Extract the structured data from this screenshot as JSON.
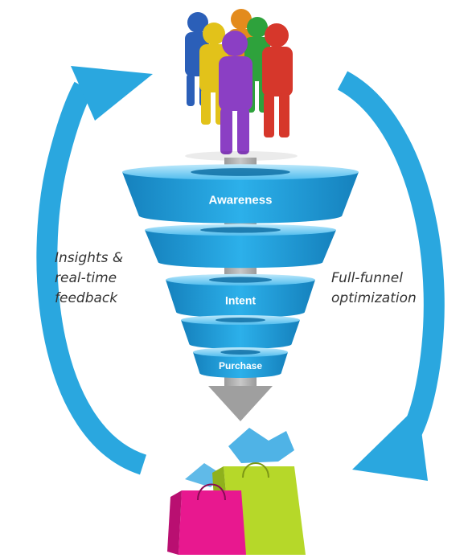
{
  "funnel": {
    "stages": [
      {
        "label": "Awareness"
      },
      {
        "label": ""
      },
      {
        "label": "Intent"
      },
      {
        "label": ""
      },
      {
        "label": "Purchase"
      }
    ]
  },
  "labels": {
    "left": "Insights &\nreal-time\nfeedback",
    "right": "Full-funnel\noptimization"
  },
  "icons": {
    "top": "people-group-icon",
    "bottom": "shopping-bags-icon"
  },
  "colors": {
    "arrow_blue": "#2aa7df",
    "funnel_blue": "#1e9ad6",
    "funnel_dark": "#0d6fa5",
    "funnel_light": "#8fd3f4",
    "connector_gray": "#a6a6a6",
    "person_colors": [
      "#2b5fb8",
      "#e2c21a",
      "#e38b1d",
      "#2ea23c",
      "#d6372b",
      "#8b3fc4"
    ],
    "bag_colors": [
      "#e8188f",
      "#b6d829",
      "#4fb3e6"
    ]
  }
}
